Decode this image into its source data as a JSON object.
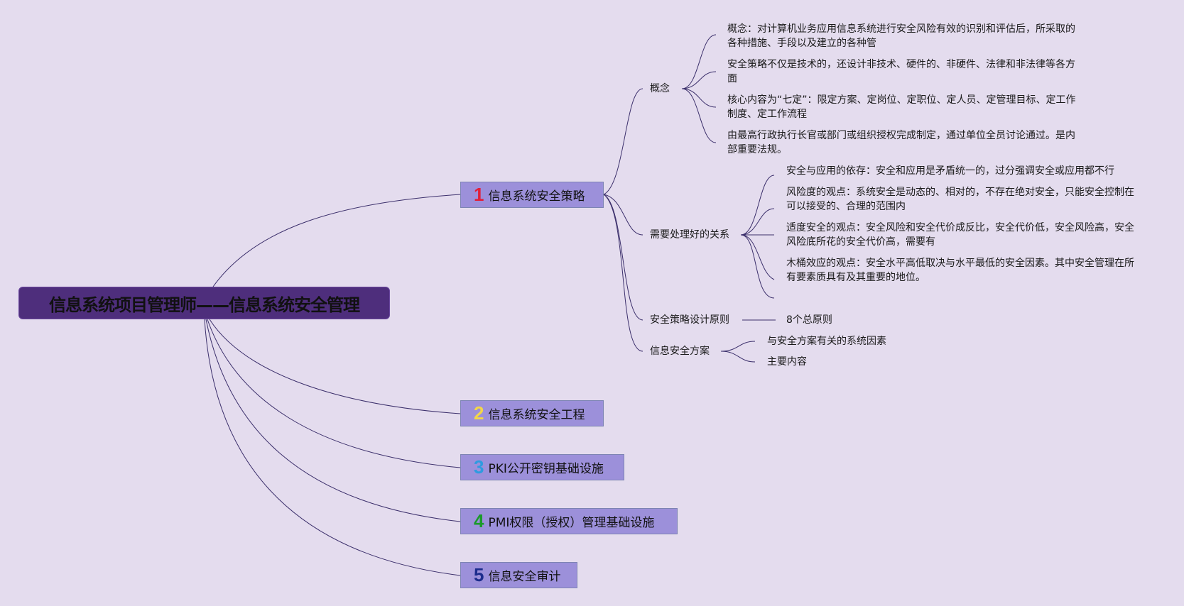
{
  "root": {
    "title": "信息系统项目管理师——信息系统安全管理"
  },
  "branches": [
    {
      "num": "1",
      "num_color": "#e0203a",
      "label": "信息系统安全策略"
    },
    {
      "num": "2",
      "num_color": "#f2d64a",
      "label": "信息系统安全工程"
    },
    {
      "num": "3",
      "num_color": "#2f9be0",
      "label": "PKI公开密钥基础设施"
    },
    {
      "num": "4",
      "num_color": "#1a9a2a",
      "label": "PMI权限（授权）管理基础设施"
    },
    {
      "num": "5",
      "num_color": "#1c2c8c",
      "label": "信息安全审计"
    }
  ],
  "policy": {
    "concept": {
      "label": "概念",
      "items": [
        "概念：对计算机业务应用信息系统进行安全风险有效的识别和评估后，所采取的各种措施、手段以及建立的各种管",
        "安全策略不仅是技术的，还设计非技术、硬件的、非硬件、法律和非法律等各方面",
        "核心内容为“七定”：限定方案、定岗位、定职位、定人员、定管理目标、定工作制度、定工作流程",
        "由最高行政执行长官或部门或组织授权完成制定，通过单位全员讨论通过。是内部重要法规。"
      ]
    },
    "relations": {
      "label": "需要处理好的关系",
      "items": [
        "安全与应用的依存：安全和应用是矛盾统一的，过分强调安全或应用都不行",
        "风险度的观点：系统安全是动态的、相对的，不存在绝对安全，只能安全控制在可以接受的、合理的范围内",
        "适度安全的观点：安全风险和安全代价成反比，安全代价低，安全风险高，安全风险底所花的安全代价高，需要有",
        "木桶效应的观点：安全水平高低取决与水平最低的安全因素。其中安全管理在所有要素质具有及其重要的地位。"
      ]
    },
    "principles": {
      "label": "安全策略设计原则",
      "items": [
        "8个总原则"
      ]
    },
    "scheme": {
      "label": "信息安全方案",
      "items": [
        "与安全方案有关的系统因素",
        "主要内容"
      ]
    }
  },
  "colors": {
    "background": "#e4dcee",
    "root": "#4e2e7c",
    "branch": "#9c90da",
    "line": "#3b2f6b"
  }
}
